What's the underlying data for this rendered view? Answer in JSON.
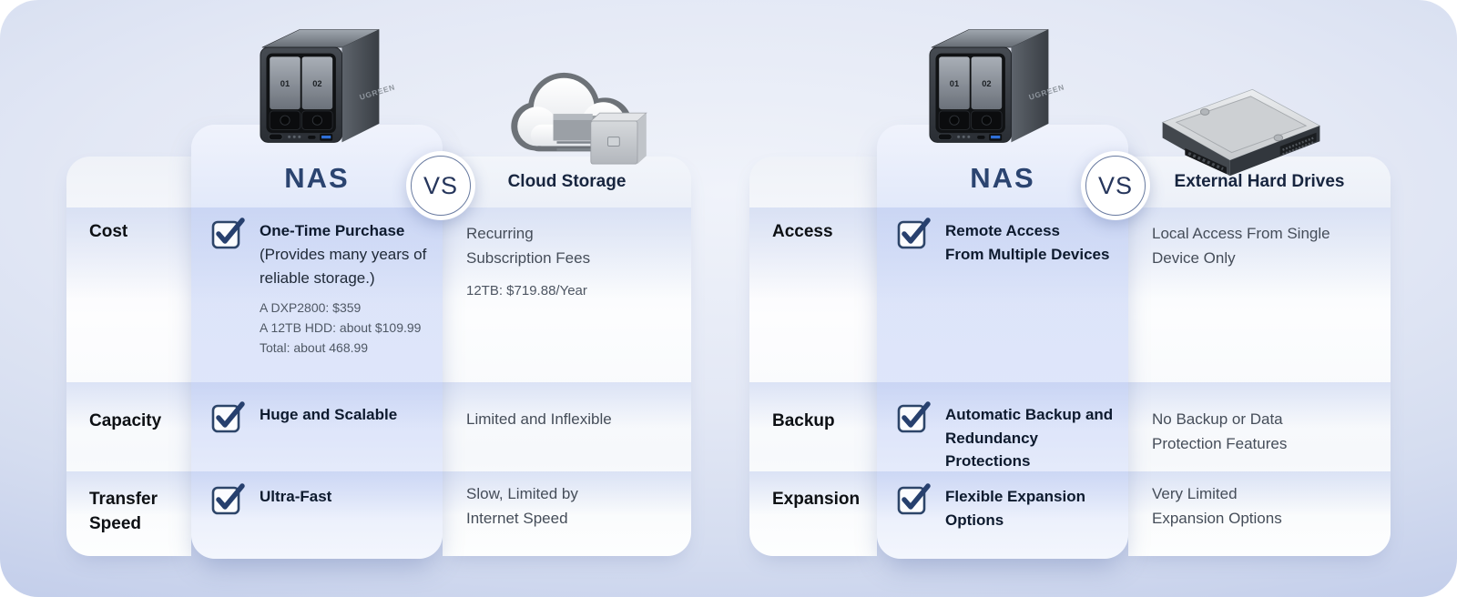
{
  "colors": {
    "accent_navy": "#2c4571",
    "check_navy": "#27406e",
    "nas_column_blue": "#dde5f9",
    "card_white": "#fbfcfe",
    "background_blue": "#c7d2ec"
  },
  "icons": {
    "checkbox": "checkmark-in-box",
    "nas_device": "ugreen-two-bay-nas",
    "cloud": "cloud-with-file-drawer",
    "hdd": "bare-internal-hard-drive"
  },
  "nas_device": {
    "bay1": "01",
    "bay2": "02",
    "brand": "UGREEN"
  },
  "tables": [
    {
      "name": "nas-vs-cloud-storage",
      "nas_title": "NAS",
      "vs_label": "VS",
      "competitor_title": "Cloud Storage",
      "rows": [
        {
          "label": "Cost",
          "nas_title": "One-Time Purchase",
          "nas_note": "(Provides many years of\nreliable storage.)",
          "nas_details": "A DXP2800: $359\nA 12TB HDD: about $109.99\nTotal: about 468.99",
          "competitor_text": "Recurring\nSubscription Fees",
          "competitor_details": "12TB: $719.88/Year"
        },
        {
          "label": "Capacity",
          "nas_title": "Huge and Scalable",
          "competitor_text": "Limited and Inflexible"
        },
        {
          "label": "Transfer\nSpeed",
          "nas_title": "Ultra-Fast",
          "competitor_text": "Slow, Limited by\nInternet Speed"
        }
      ]
    },
    {
      "name": "nas-vs-external-hard-drives",
      "nas_title": "NAS",
      "vs_label": "VS",
      "competitor_title": "External Hard Drives",
      "rows": [
        {
          "label": "Access",
          "nas_title": "Remote Access\nFrom Multiple Devices",
          "competitor_text": "Local Access From Single\nDevice Only"
        },
        {
          "label": "Backup",
          "nas_title": "Automatic Backup and\nRedundancy Protections",
          "competitor_text": "No Backup or Data\nProtection Features"
        },
        {
          "label": "Expansion",
          "nas_title": "Flexible Expansion\nOptions",
          "competitor_text": "Very Limited\nExpansion Options"
        }
      ]
    }
  ]
}
